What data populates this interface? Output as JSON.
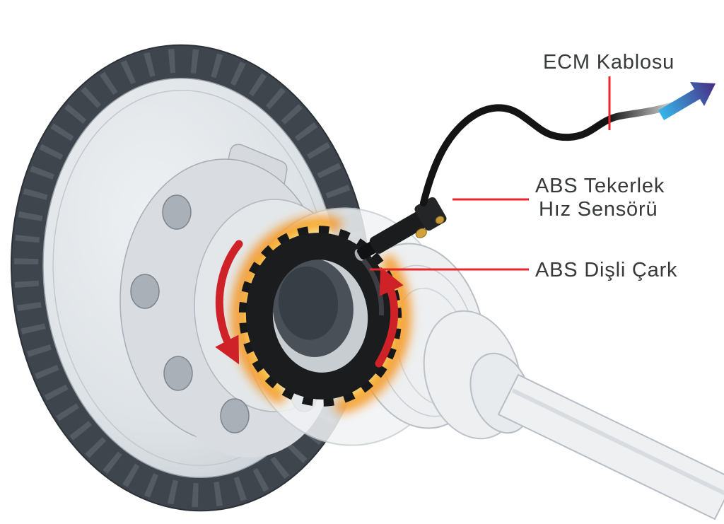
{
  "diagram": {
    "labels": {
      "ecm_cable": "ECM Kablosu",
      "wheel_speed_sensor_line1": "ABS Tekerlek",
      "wheel_speed_sensor_line2": "Hız Sensörü",
      "tone_ring": "ABS Dişli Çark"
    },
    "colors": {
      "background": "#ffffff",
      "label_text": "#37393b",
      "leader_line": "#e8262b",
      "rotation_arrow": "#cf2128",
      "glow_outer": "#f7941d",
      "glow_inner": "#fcc016",
      "cable": "#141414",
      "flow_arrow_start": "#36b7ea",
      "flow_arrow_end": "#472f86",
      "disc_rim": "#3f454d",
      "disc_face_light": "#eef1f3",
      "disc_face_dark": "#ccd2d7",
      "tone_ring_black": "#17181a",
      "metal_outline": "#a6adb4"
    }
  }
}
